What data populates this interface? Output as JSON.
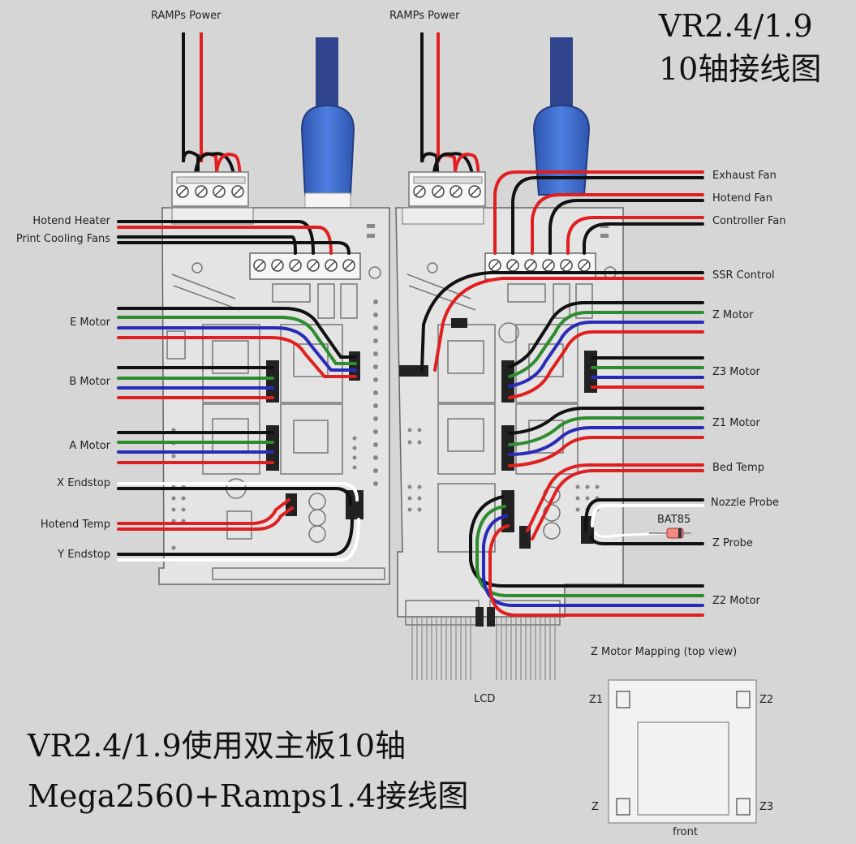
{
  "title": {
    "top_right_line1": "VR2.4/1.9",
    "top_right_line2": "10轴接线图",
    "bottom_left_line1": "VR2.4/1.9使用双主板10轴",
    "bottom_left_line2": "Mega2560+Ramps1.4接线图"
  },
  "board_left": {
    "power_label": "RAMPs Power",
    "labels": {
      "hotend_heater": "Hotend Heater",
      "print_cooling_fans": "Print Cooling Fans",
      "e_motor": "E Motor",
      "b_motor": "B Motor",
      "a_motor": "A Motor",
      "x_endstop": "X Endstop",
      "hotend_temp": "Hotend Temp",
      "y_endstop": "Y Endstop"
    }
  },
  "board_right": {
    "power_label": "RAMPs Power",
    "labels": {
      "exhaust_fan": "Exhaust Fan",
      "hotend_fan": "Hotend Fan",
      "controller_fan": "Controller Fan",
      "ssr_control": "SSR Control",
      "z_motor": "Z Motor",
      "z3_motor": "Z3 Motor",
      "z1_motor": "Z1 Motor",
      "bed_temp": "Bed Temp",
      "nozzle_probe": "Nozzle Probe",
      "bat85": "BAT85",
      "z_probe": "Z Probe",
      "z2_motor": "Z2 Motor",
      "lcd": "LCD"
    }
  },
  "z_mapping": {
    "title": "Z Motor Mapping (top view)",
    "z1": "Z1",
    "z2": "Z2",
    "z": "Z",
    "z3": "Z3",
    "front": "front"
  },
  "colors": {
    "background": "#d6d6d6",
    "board": "#e4e4e4",
    "wire_black": "#111111",
    "wire_red": "#e02020",
    "wire_green": "#2e8b2e",
    "wire_blue": "#2a2ab8",
    "wire_white": "#ffffff",
    "usb_blue": "#3a67c8"
  }
}
